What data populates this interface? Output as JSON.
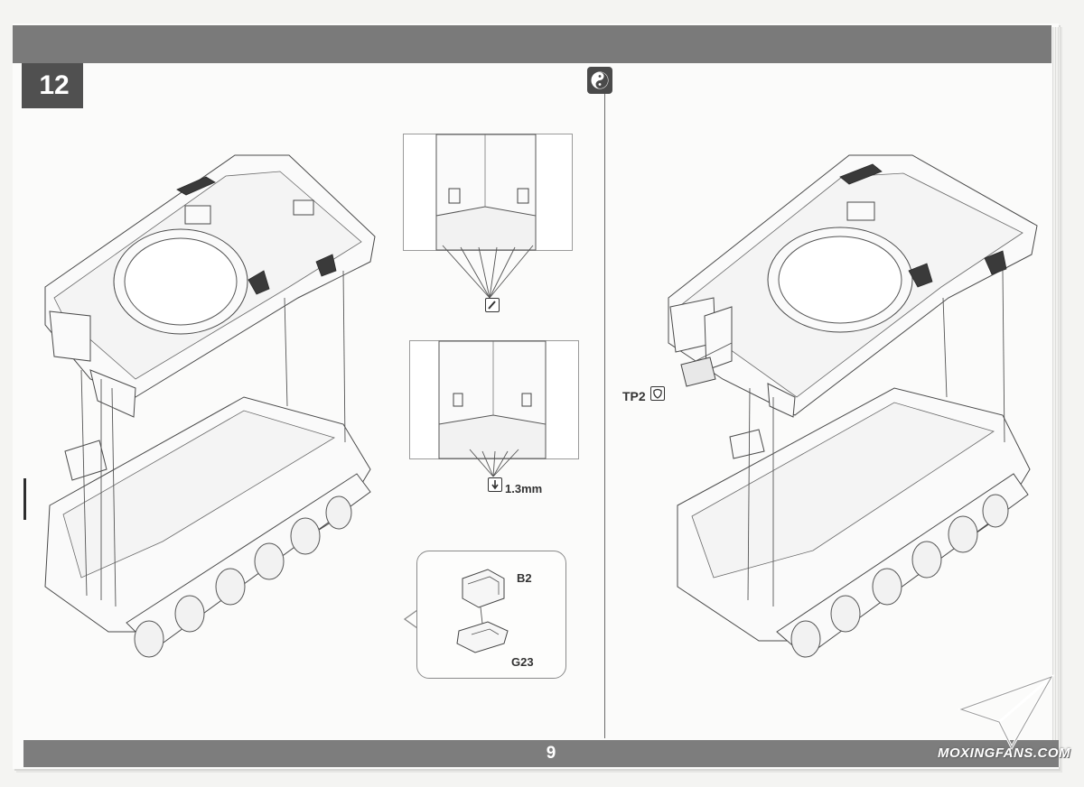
{
  "page": {
    "step_number": "12",
    "page_number": "9",
    "watermark_text": "MOXINGFANS.COM",
    "alternative_icon": "yin-yang-icon"
  },
  "labels": {
    "detail_top_icon": "photo-etch-icon",
    "detail_bottom_measure": "1.3mm",
    "detail_bottom_icon": "photo-etch-icon",
    "callout_part_upper": "B2",
    "callout_part_lower": "G23",
    "right_part": "TP2",
    "right_part_icon": "clear-part-icon"
  },
  "colors": {
    "band": "#7a7a7a",
    "badge": "#505050",
    "paper": "#fbfbfa"
  }
}
